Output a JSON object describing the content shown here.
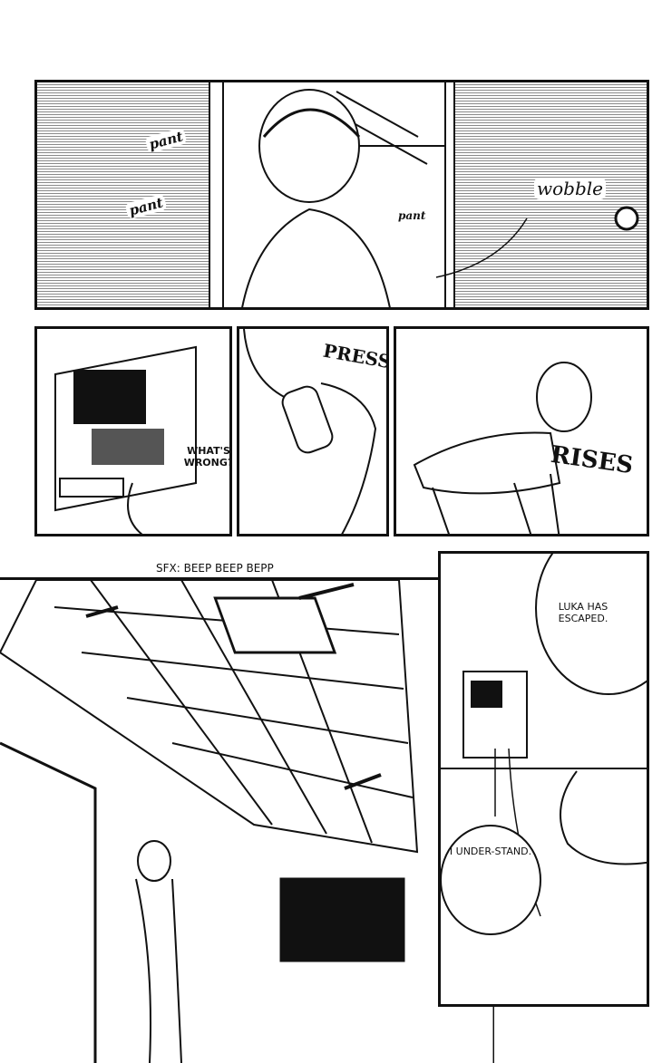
{
  "panel1": {
    "sfx": [
      "pant",
      "pant",
      "pant"
    ],
    "wobble": "wobble"
  },
  "panel2": {
    "dialogue": "WHAT'S WRONG?"
  },
  "panel3": {
    "sfx": "PRESS"
  },
  "panel4": {
    "sfx": "RISES"
  },
  "panel5": {
    "caption": "SFX: BEEP BEEP BEPP"
  },
  "panel6": {
    "dialogue1": "LUKA HAS ESCAPED.",
    "dialogue2": "I UNDER-STAND."
  }
}
